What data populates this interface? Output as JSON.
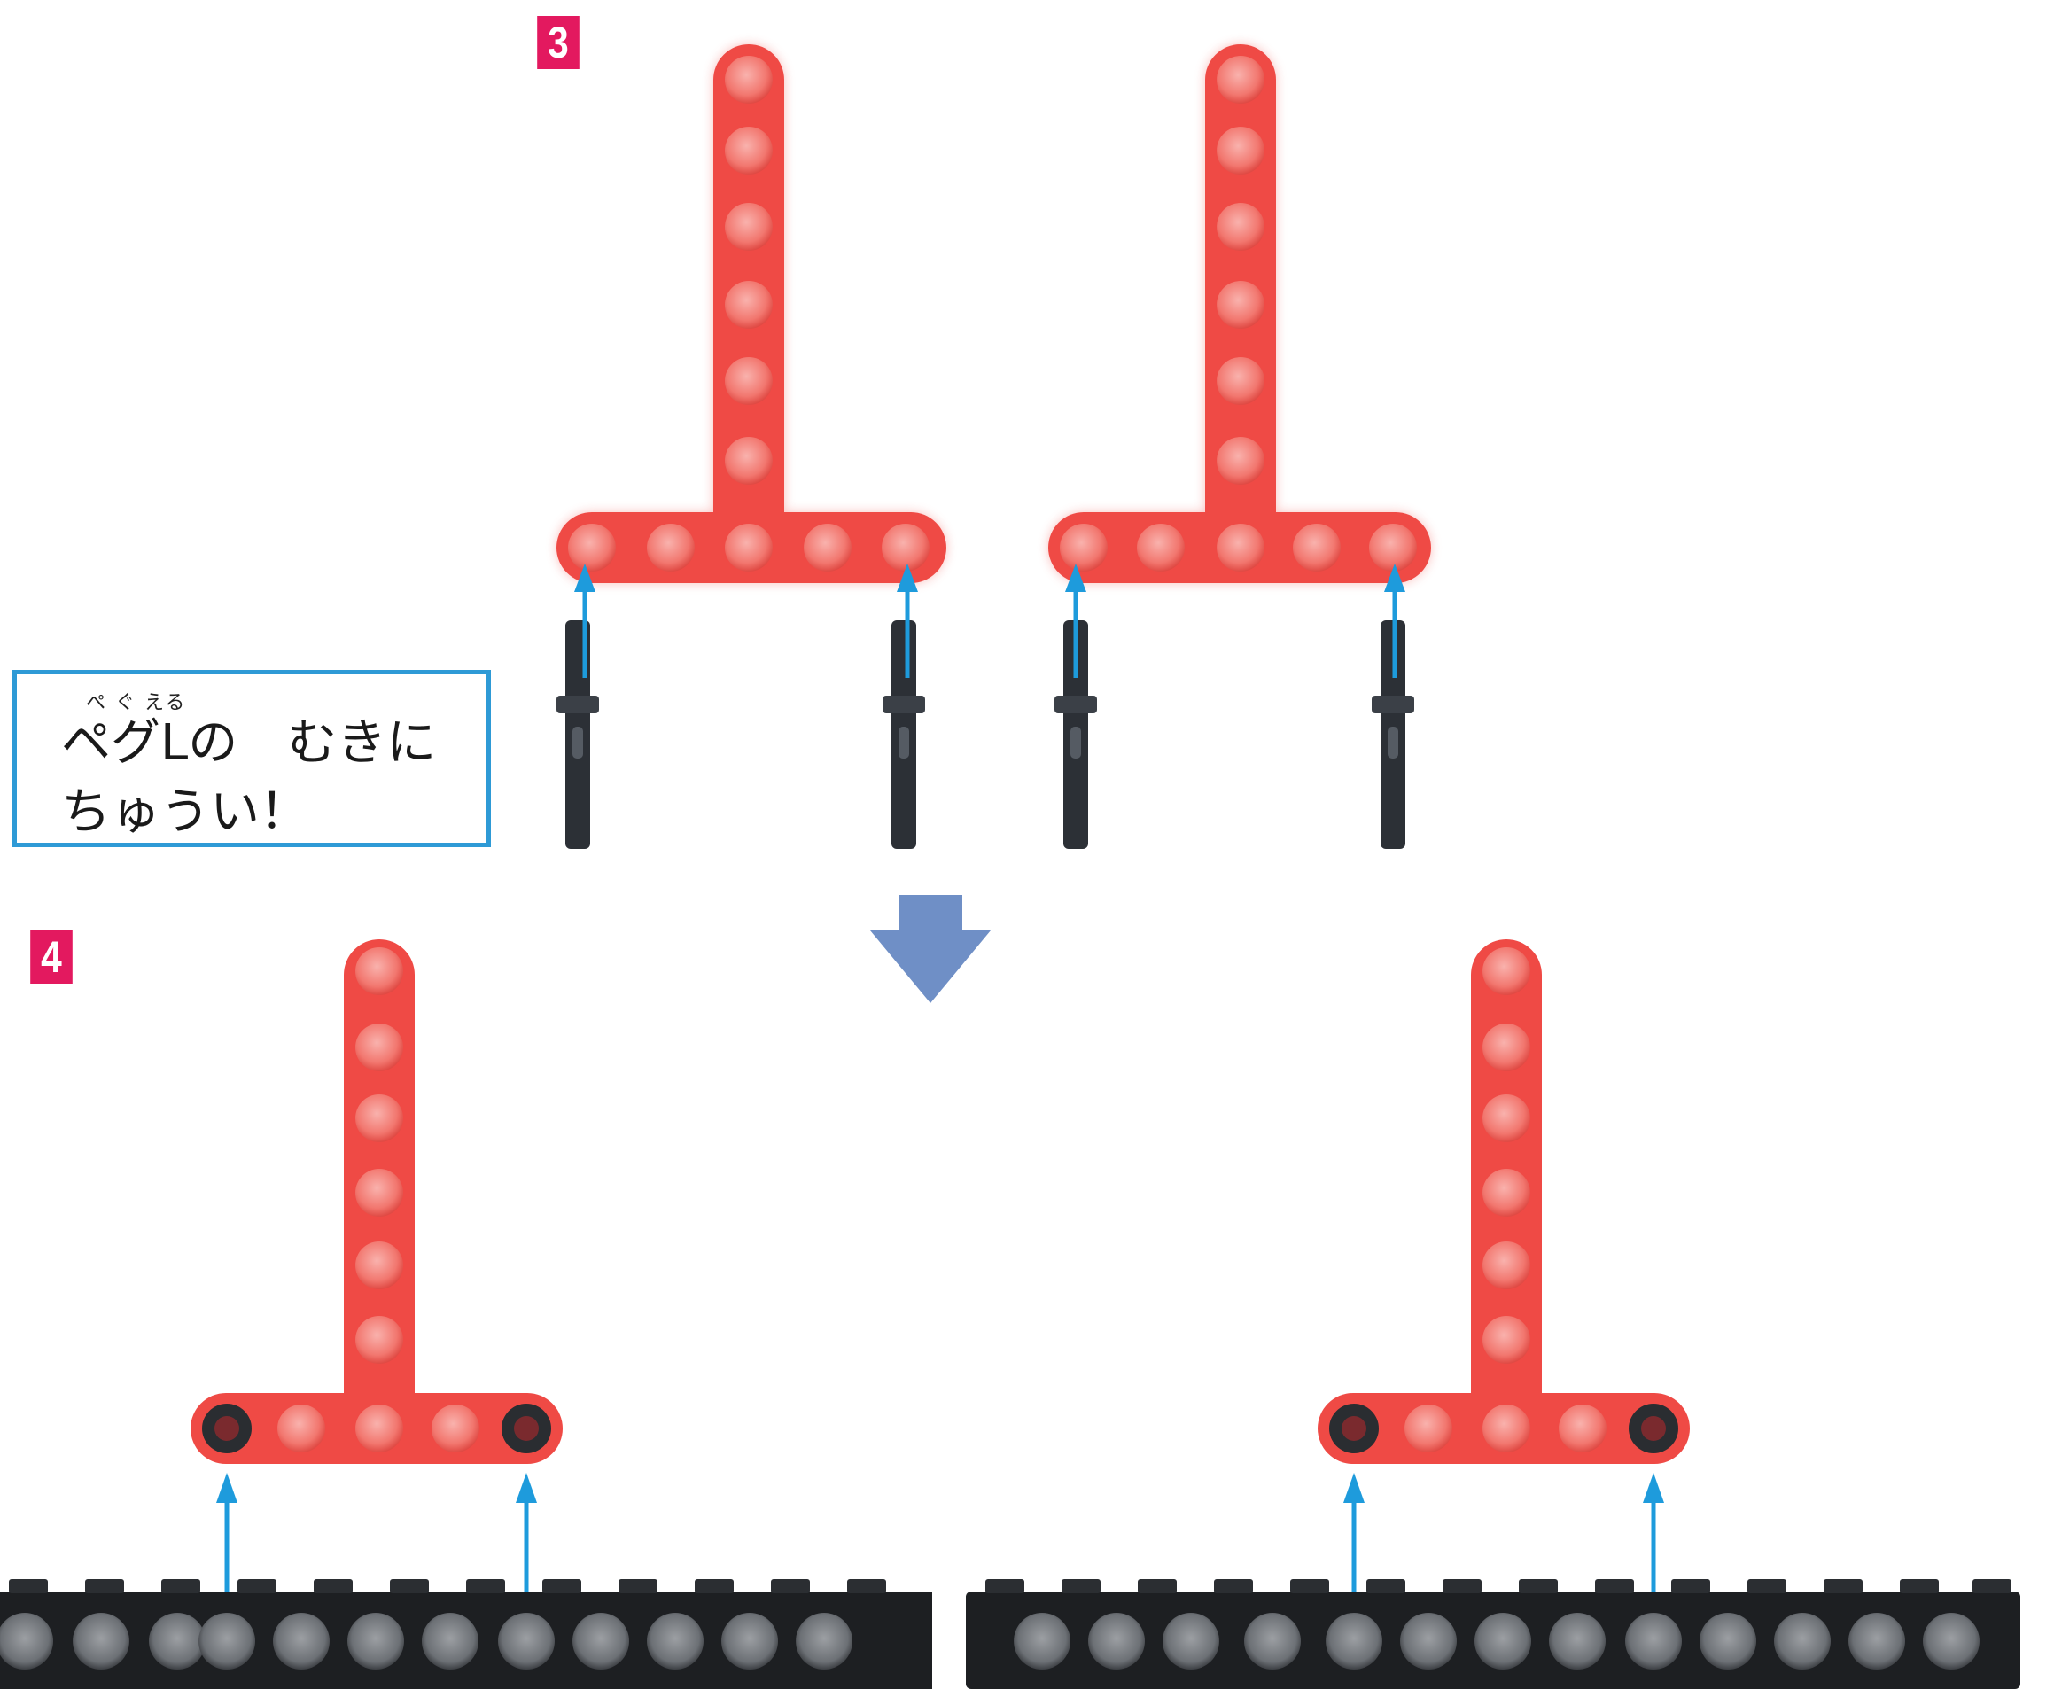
{
  "steps": {
    "step3_label": "3",
    "step4_label": "4"
  },
  "note": {
    "ruby": "ぺ  ぐ える",
    "line1": "ペグLの　むきに",
    "line2": "ちゅうい！"
  },
  "colors": {
    "beam": "#ef4a45",
    "beam_hole": "#f47e77",
    "peg": "#2c3036",
    "arrow": "#1e9bdc",
    "down_arrow": "#6f8fc6",
    "brick": "#1d1f22",
    "badge": "#e3195f",
    "note_border": "#2e9ad6"
  },
  "icons": {
    "down_arrow": "down-arrow-icon",
    "insert_arrow": "up-arrow-icon"
  }
}
